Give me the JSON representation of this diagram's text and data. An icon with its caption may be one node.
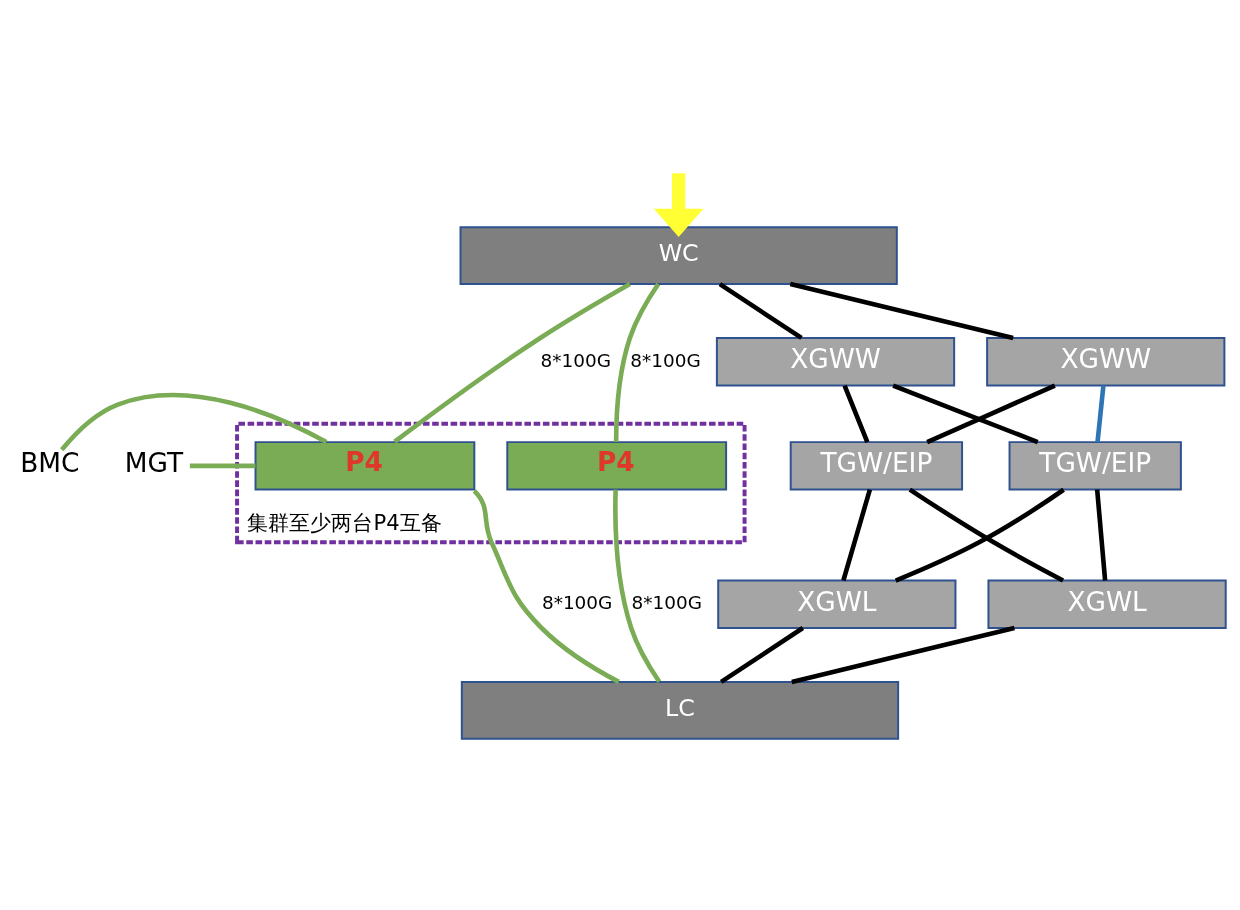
{
  "diagram": {
    "nodes": [
      {
        "text": [
          "WC"
        ]
      },
      {
        "text": [
          "集群至少两台P4互备"
        ]
      },
      {
        "text": [
          "P4"
        ],
        "in": 1
      },
      {
        "text": [
          "P4"
        ],
        "in": 1
      },
      {
        "text": [
          "LC"
        ]
      },
      {
        "text": [
          "XGWW"
        ]
      },
      {
        "text": [
          "XGWW"
        ]
      },
      {
        "text": [
          "TGW/EIP"
        ]
      },
      {
        "text": [
          "TGW/EIP"
        ]
      },
      {
        "text": [
          "XGWL"
        ]
      },
      {
        "text": [
          "XGWL"
        ]
      },
      {
        "text": [
          "BMC"
        ]
      },
      {
        "text": [
          "MGT"
        ]
      }
    ],
    "edges": [
      {
        "from": null,
        "to": 0,
        "arrow": "to",
        "style": "thick",
        "color": "#ffff33"
      },
      {
        "from": 0,
        "to": 2,
        "arrow": "none",
        "label": "8*100G",
        "color": "#7aab55"
      },
      {
        "from": 0,
        "to": 3,
        "arrow": "none",
        "label": "8*100G",
        "color": "#7aab55"
      },
      {
        "from": 0,
        "to": 5,
        "arrow": "none"
      },
      {
        "from": 0,
        "to": 6,
        "arrow": "none"
      },
      {
        "from": 11,
        "to": 2,
        "arrow": "none",
        "color": "#7aab55"
      },
      {
        "from": 12,
        "to": 2,
        "arrow": "none",
        "color": "#7aab55"
      },
      {
        "from": 2,
        "to": 4,
        "arrow": "none",
        "label": "8*100G",
        "color": "#7aab55"
      },
      {
        "from": 3,
        "to": 4,
        "arrow": "none",
        "label": "8*100G",
        "color": "#7aab55"
      },
      {
        "from": 5,
        "to": 7,
        "arrow": "none"
      },
      {
        "from": 5,
        "to": 8,
        "arrow": "none"
      },
      {
        "from": 6,
        "to": 7,
        "arrow": "none"
      },
      {
        "from": 6,
        "to": 8,
        "arrow": "none",
        "color": "#2e75b6"
      },
      {
        "from": 7,
        "to": 9,
        "arrow": "none"
      },
      {
        "from": 7,
        "to": 10,
        "arrow": "none"
      },
      {
        "from": 8,
        "to": 9,
        "arrow": "none"
      },
      {
        "from": 8,
        "to": 10,
        "arrow": "none"
      },
      {
        "from": 9,
        "to": 4,
        "arrow": "none"
      },
      {
        "from": 10,
        "to": 4,
        "arrow": "none"
      }
    ]
  }
}
